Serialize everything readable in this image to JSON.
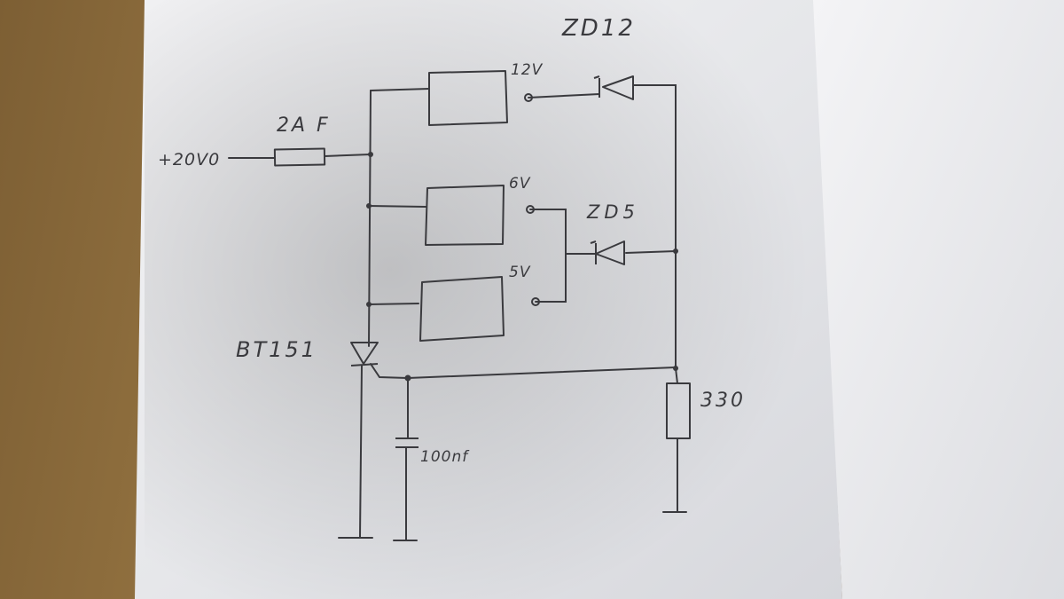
{
  "schematic": {
    "labels": {
      "fuse": "2A F",
      "input": "+20V0",
      "reg_12": "12V",
      "zener_12": "ZD12",
      "reg_6": "6V",
      "zener_5": "ZD5",
      "reg_5": "5V",
      "thyristor": "BT151",
      "capacitor": "100nf",
      "resistor": "330"
    }
  },
  "colors": {
    "table": "#8a6a3a",
    "paper": "#ededf0",
    "paper_shadow": "#c9cad0",
    "ink": "#3a3a3e"
  }
}
